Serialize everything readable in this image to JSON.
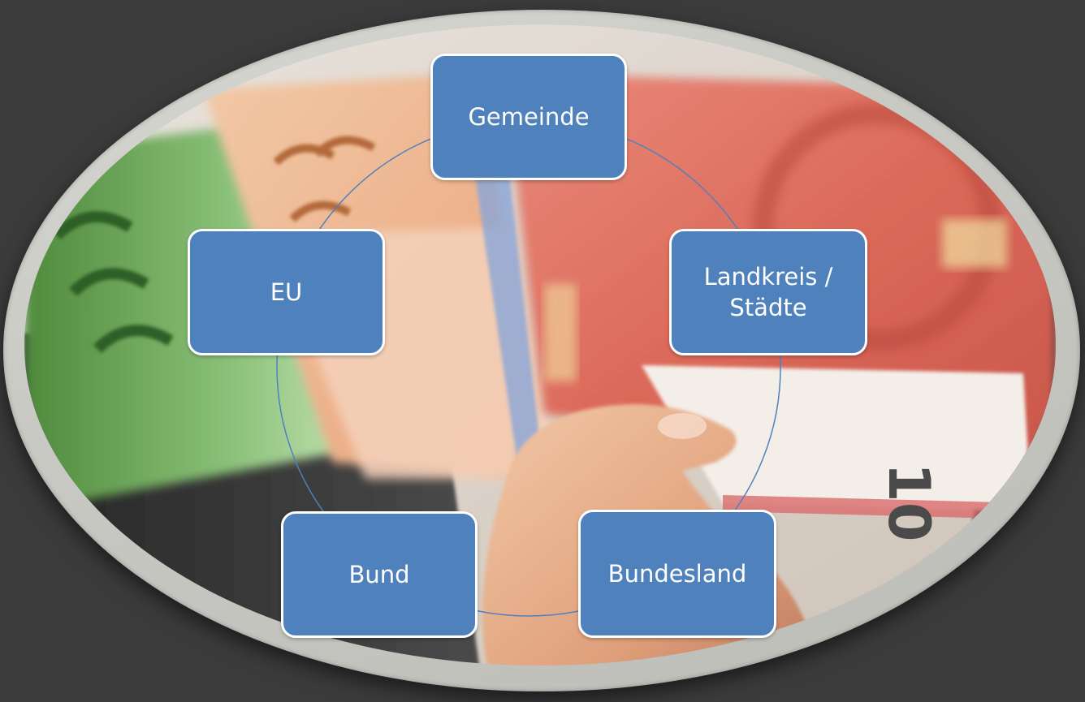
{
  "diagram": {
    "nodes": [
      {
        "id": "gemeinde",
        "label": "Gemeinde"
      },
      {
        "id": "landkreis",
        "label": "Landkreis / Städte"
      },
      {
        "id": "bundesland",
        "label": "Bundesland"
      },
      {
        "id": "bund",
        "label": "Bund"
      },
      {
        "id": "eu",
        "label": "EU"
      }
    ],
    "layout": "cycle",
    "colors": {
      "node_fill": "#4f81bd",
      "node_border": "#ffffff",
      "ring_line": "#4f81bd",
      "background": "#3b3b3b",
      "frame": "#cfcfca"
    }
  },
  "background_photo": {
    "banknote_denomination_visible": "10"
  }
}
